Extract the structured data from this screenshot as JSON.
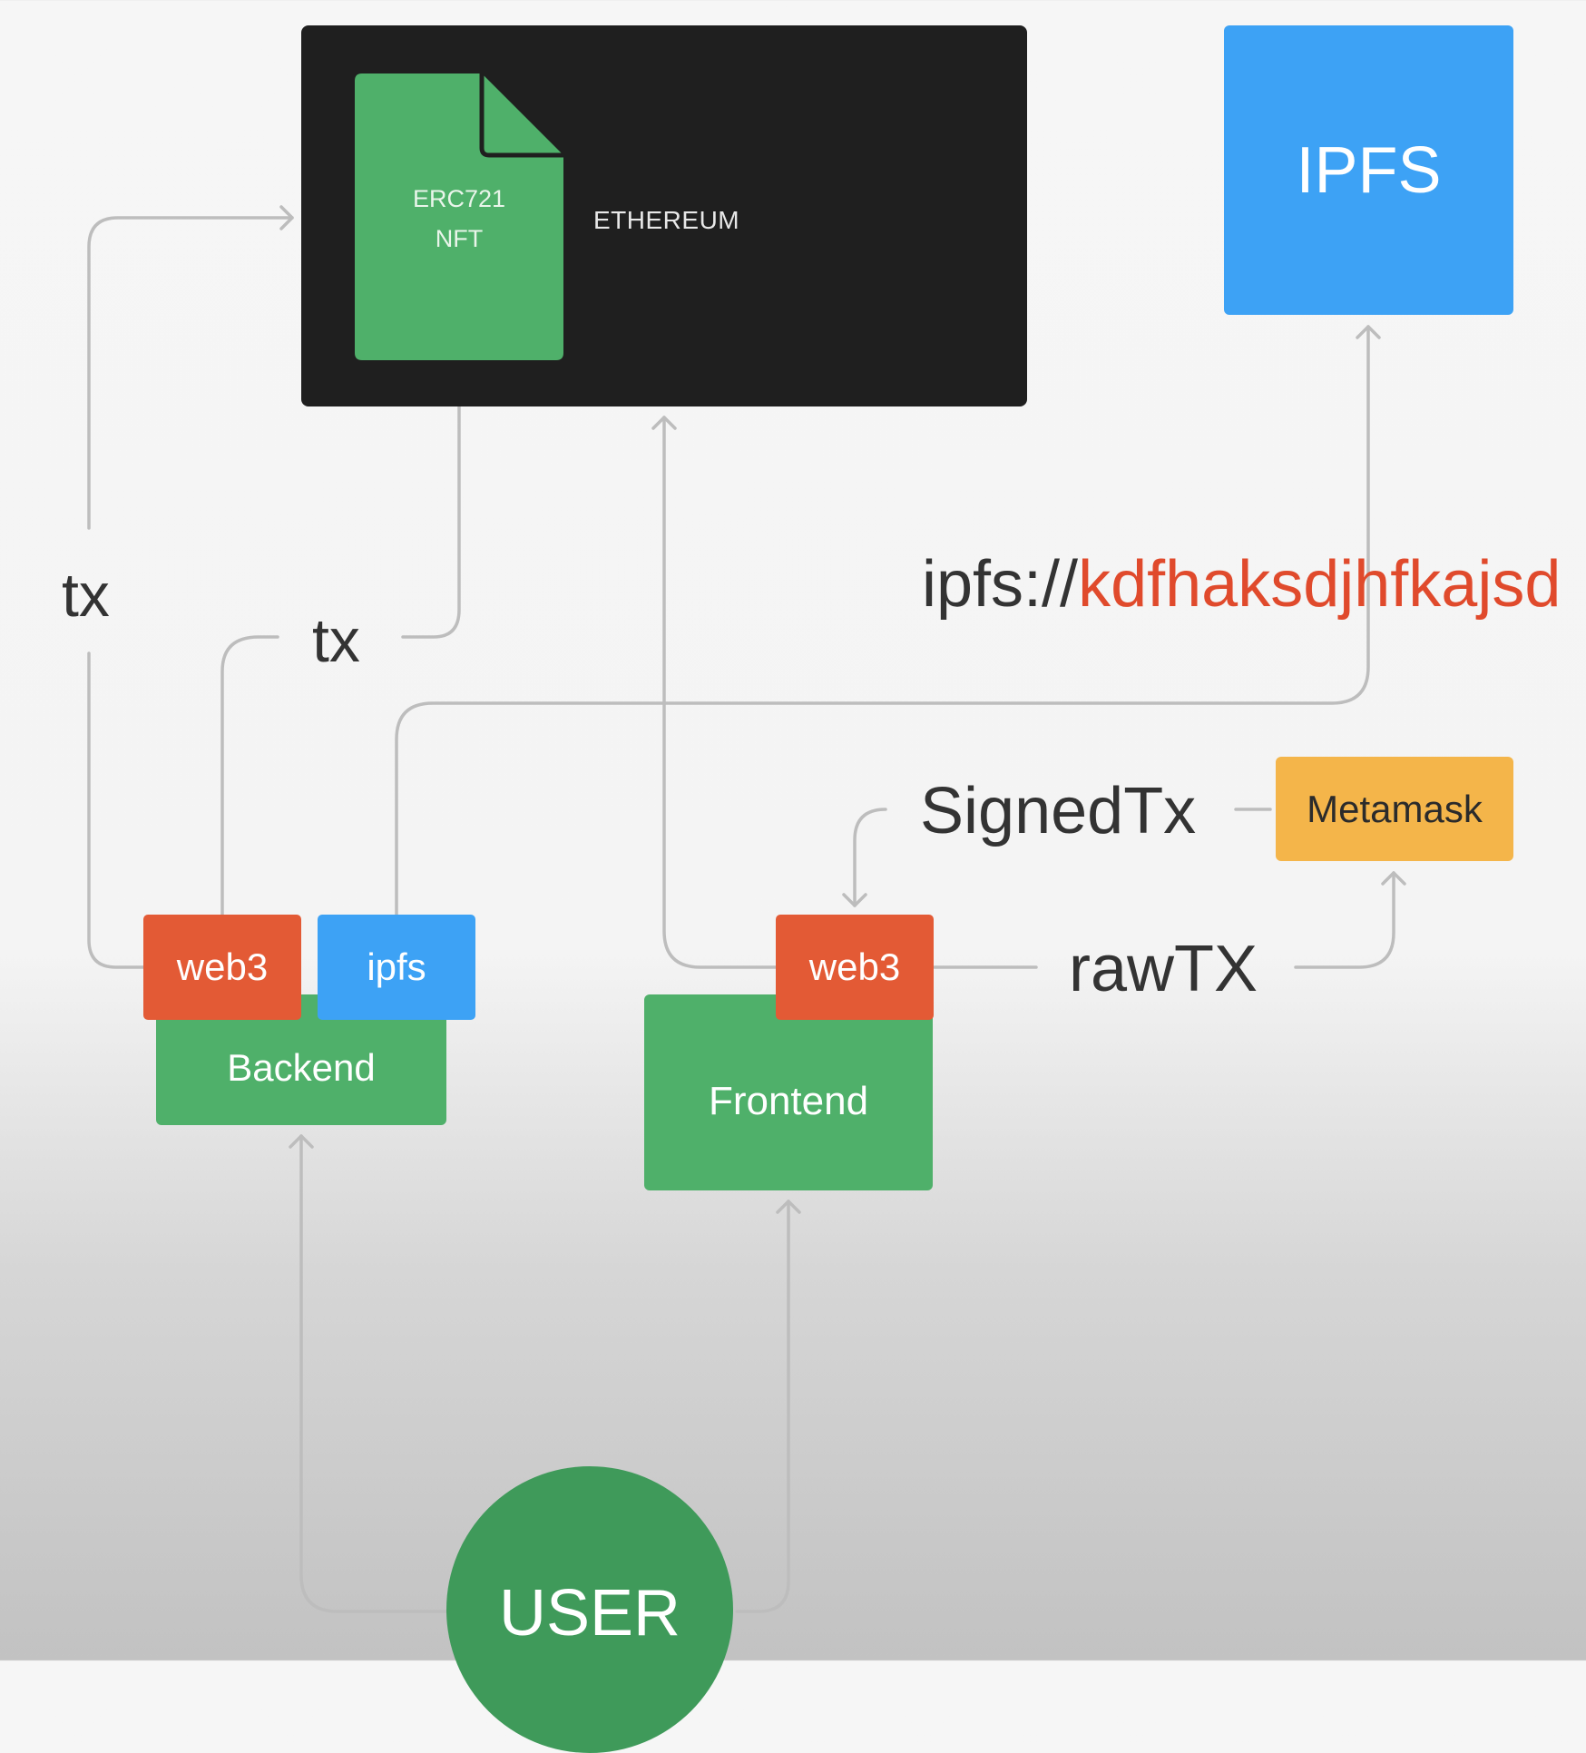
{
  "ethereum": {
    "label": "ETHEREUM",
    "contract_line1": "ERC721",
    "contract_line2": "NFT"
  },
  "ipfs_node": {
    "label": "IPFS"
  },
  "metamask": {
    "label": "Metamask"
  },
  "backend": {
    "label": "Backend",
    "web3_label": "web3",
    "ipfs_label": "ipfs"
  },
  "frontend": {
    "label": "Frontend",
    "web3_label": "web3"
  },
  "user": {
    "label": "USER"
  },
  "edge_labels": {
    "tx_left": "tx",
    "tx_middle": "tx",
    "signed_tx": "SignedTx",
    "raw_tx": "rawTX",
    "ipfs_uri_prefix": "ipfs://",
    "ipfs_uri_hash": "kdfhaksdjhfkajsd"
  },
  "colors": {
    "ethereum_bg": "#1f1f1f",
    "nft_green": "#4fb06a",
    "ipfs_blue": "#3da2f5",
    "web3_red": "#e35a35",
    "metamask_orange": "#f4b54a",
    "user_green": "#3f9a5a",
    "hash_red": "#e04a2c",
    "connector_gray": "#bdbdbd"
  }
}
